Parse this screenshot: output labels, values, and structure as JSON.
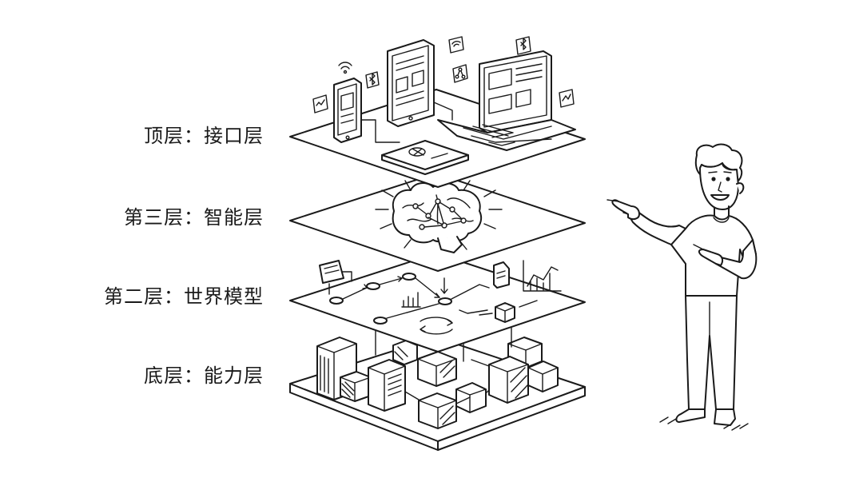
{
  "layers": [
    {
      "label": "顶层：接口层"
    },
    {
      "label": "第三层：智能层"
    },
    {
      "label": "第二层：世界模型"
    },
    {
      "label": "底层：能力层"
    }
  ],
  "colors": {
    "ink": "#1a1a1a",
    "background": "#ffffff"
  }
}
